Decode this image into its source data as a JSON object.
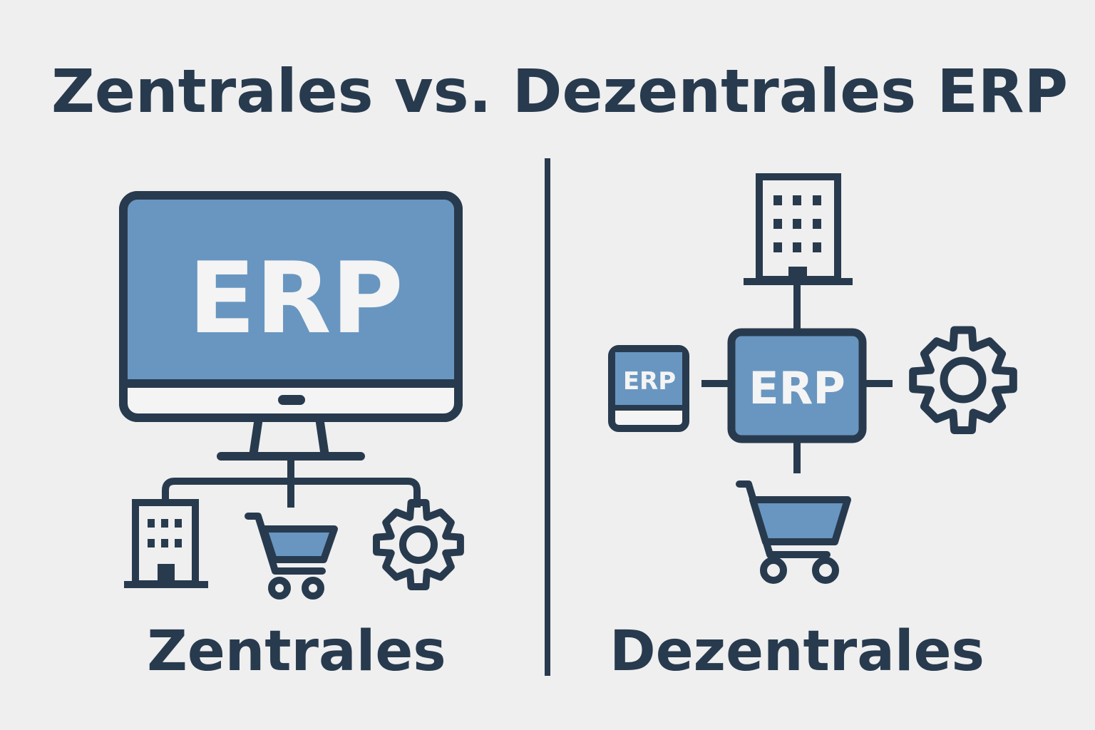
{
  "title": "Zentrales vs. Dezentrales ERP",
  "left_panel": {
    "caption": "Zentrales",
    "monitor_label": "ERP",
    "icons": [
      "building-icon",
      "shopping-cart-icon",
      "gear-icon"
    ]
  },
  "right_panel": {
    "caption": "Dezentrales",
    "hub_label": "ERP",
    "device_label": "ERP",
    "icons": [
      "building-icon",
      "tablet-icon",
      "gear-icon",
      "shopping-cart-icon"
    ]
  },
  "colors": {
    "background": "#efefef",
    "stroke": "#283a4e",
    "accent_fill": "#6896c0",
    "light_fill": "#f4f4f4"
  }
}
